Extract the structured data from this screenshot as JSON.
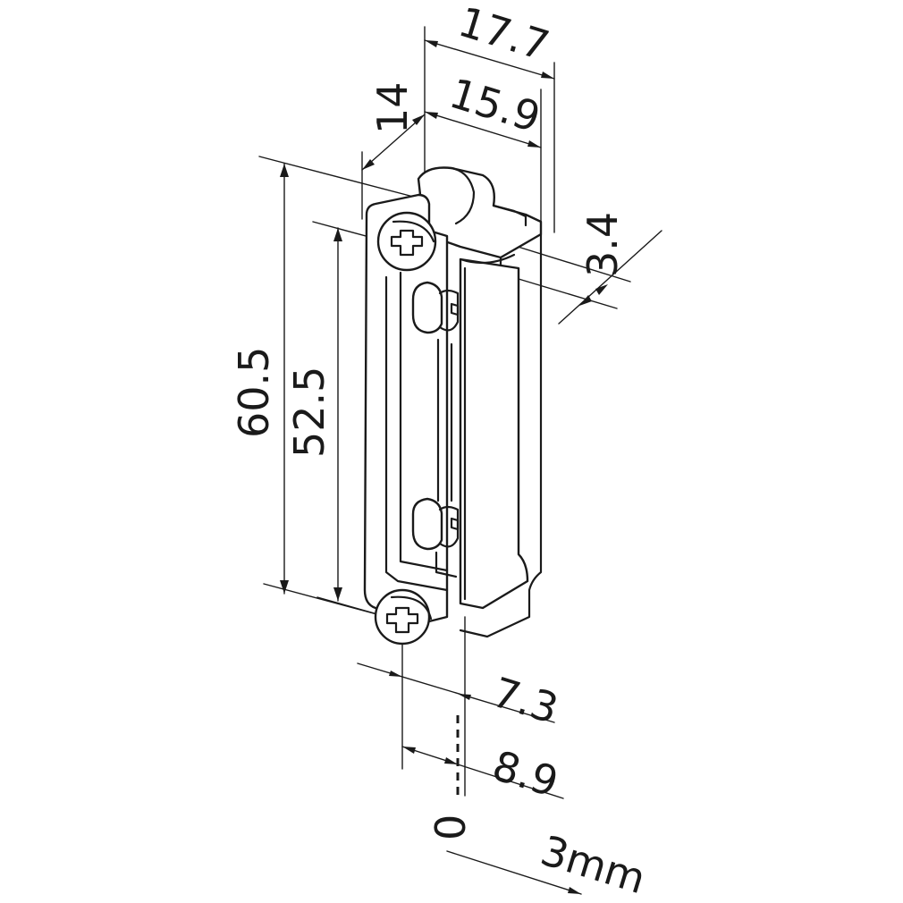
{
  "dimensions": {
    "width_overall": "17.7",
    "width_faceplate": "15.9",
    "depth": "14",
    "offset_top": "3.4",
    "height_overall": "60.5",
    "height_hole_spacing": "52.5",
    "offset_axis_1": "7.3",
    "offset_axis_2": "8.9"
  },
  "adjustment": {
    "origin_label": "0",
    "range_label": "3mm"
  },
  "colors": {
    "line": "#1a1a1a",
    "background": "#ffffff"
  }
}
